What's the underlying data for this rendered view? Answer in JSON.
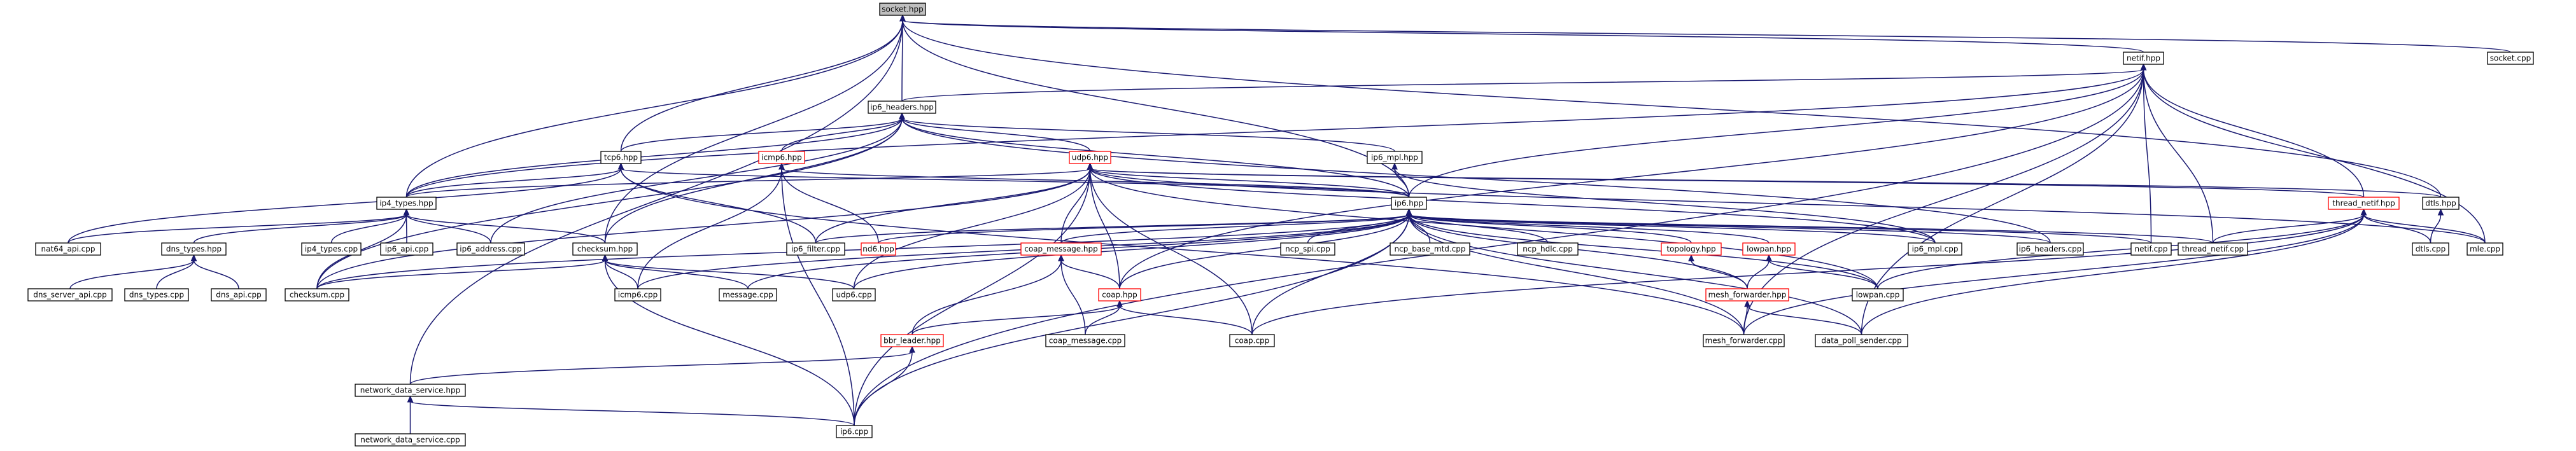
{
  "diagram": {
    "type": "include-dependency-graph",
    "colors": {
      "edge": "#191970",
      "node_border": "#000000",
      "node_border_incomplete": "#ff0000",
      "node_current_fill": "#bfbfbf",
      "node_fill": "#ffffff"
    },
    "nodes": [
      {
        "id": "n_socket_hpp",
        "label": "socket.hpp",
        "style": "current"
      },
      {
        "id": "n_netif_hpp",
        "label": "netif.hpp",
        "style": "normal"
      },
      {
        "id": "n_socket_cpp",
        "label": "socket.cpp",
        "style": "normal"
      },
      {
        "id": "n_ip6_headers_hpp",
        "label": "ip6_headers.hpp",
        "style": "normal"
      },
      {
        "id": "n_tcp6_hpp",
        "label": "tcp6.hpp",
        "style": "normal"
      },
      {
        "id": "n_icmp6_hpp",
        "label": "icmp6.hpp",
        "style": "red"
      },
      {
        "id": "n_udp6_hpp",
        "label": "udp6.hpp",
        "style": "red"
      },
      {
        "id": "n_ip6_mpl_hpp",
        "label": "ip6_mpl.hpp",
        "style": "normal"
      },
      {
        "id": "n_ip4_types_hpp",
        "label": "ip4_types.hpp",
        "style": "normal"
      },
      {
        "id": "n_ip6_hpp",
        "label": "ip6.hpp",
        "style": "normal"
      },
      {
        "id": "n_thread_netif_hpp",
        "label": "thread_netif.hpp",
        "style": "red"
      },
      {
        "id": "n_dtls_hpp",
        "label": "dtls.hpp",
        "style": "normal"
      },
      {
        "id": "n_nat64_api_cpp",
        "label": "nat64_api.cpp",
        "style": "normal"
      },
      {
        "id": "n_dns_types_hpp",
        "label": "dns_types.hpp",
        "style": "normal"
      },
      {
        "id": "n_ip4_types_cpp",
        "label": "ip4_types.cpp",
        "style": "normal"
      },
      {
        "id": "n_ip6_api_cpp",
        "label": "ip6_api.cpp",
        "style": "normal"
      },
      {
        "id": "n_ip6_address_cpp",
        "label": "ip6_address.cpp",
        "style": "normal"
      },
      {
        "id": "n_checksum_hpp",
        "label": "checksum.hpp",
        "style": "normal"
      },
      {
        "id": "n_ip6_filter_cpp",
        "label": "ip6_filter.cpp",
        "style": "normal"
      },
      {
        "id": "n_nd6_hpp",
        "label": "nd6.hpp",
        "style": "red"
      },
      {
        "id": "n_ncp_spi_cpp",
        "label": "ncp_spi.cpp",
        "style": "normal"
      },
      {
        "id": "n_ncp_base_mtd_cpp",
        "label": "ncp_base_mtd.cpp",
        "style": "normal"
      },
      {
        "id": "n_ncp_hdlc_cpp",
        "label": "ncp_hdlc.cpp",
        "style": "normal"
      },
      {
        "id": "n_topology_hpp",
        "label": "topology.hpp",
        "style": "red"
      },
      {
        "id": "n_lowpan_hpp",
        "label": "lowpan.hpp",
        "style": "red"
      },
      {
        "id": "n_ip6_mpl_cpp",
        "label": "ip6_mpl.cpp",
        "style": "normal"
      },
      {
        "id": "n_ip6_headers_cpp",
        "label": "ip6_headers.cpp",
        "style": "normal"
      },
      {
        "id": "n_netif_cpp",
        "label": "netif.cpp",
        "style": "normal"
      },
      {
        "id": "n_thread_netif_cpp",
        "label": "thread_netif.cpp",
        "style": "normal"
      },
      {
        "id": "n_dtls_cpp",
        "label": "dtls.cpp",
        "style": "normal"
      },
      {
        "id": "n_mle_cpp",
        "label": "mle.cpp",
        "style": "normal"
      },
      {
        "id": "n_dns_server_api_cpp",
        "label": "dns_server_api.cpp",
        "style": "normal"
      },
      {
        "id": "n_dns_types_cpp",
        "label": "dns_types.cpp",
        "style": "normal"
      },
      {
        "id": "n_dns_api_cpp",
        "label": "dns_api.cpp",
        "style": "normal"
      },
      {
        "id": "n_checksum_cpp",
        "label": "checksum.cpp",
        "style": "normal"
      },
      {
        "id": "n_icmp6_cpp",
        "label": "icmp6.cpp",
        "style": "normal"
      },
      {
        "id": "n_message_cpp",
        "label": "message.cpp",
        "style": "normal"
      },
      {
        "id": "n_udp6_cpp",
        "label": "udp6.cpp",
        "style": "normal"
      },
      {
        "id": "n_coap_message_hpp",
        "label": "coap_message.hpp",
        "style": "red"
      },
      {
        "id": "n_coap_hpp",
        "label": "coap.hpp",
        "style": "red"
      },
      {
        "id": "n_mesh_forwarder_hpp",
        "label": "mesh_forwarder.hpp",
        "style": "red"
      },
      {
        "id": "n_lowpan_cpp",
        "label": "lowpan.cpp",
        "style": "normal"
      },
      {
        "id": "n_bbr_leader_hpp",
        "label": "bbr_leader.hpp",
        "style": "red"
      },
      {
        "id": "n_coap_message_cpp",
        "label": "coap_message.cpp",
        "style": "normal"
      },
      {
        "id": "n_coap_cpp",
        "label": "coap.cpp",
        "style": "normal"
      },
      {
        "id": "n_mesh_forwarder_cpp",
        "label": "mesh_forwarder.cpp",
        "style": "normal"
      },
      {
        "id": "n_data_poll_sender_cpp",
        "label": "data_poll_sender.cpp",
        "style": "normal"
      },
      {
        "id": "n_network_data_service_hpp",
        "label": "network_data_service.hpp",
        "style": "normal"
      },
      {
        "id": "n_ip6_cpp",
        "label": "ip6.cpp",
        "style": "normal"
      },
      {
        "id": "n_network_data_service_cpp",
        "label": "network_data_service.cpp",
        "style": "normal"
      }
    ],
    "edges": [
      [
        "n_netif_hpp",
        "n_socket_hpp"
      ],
      [
        "n_socket_cpp",
        "n_socket_hpp"
      ],
      [
        "n_ip6_headers_hpp",
        "n_socket_hpp"
      ],
      [
        "n_tcp6_hpp",
        "n_socket_hpp"
      ],
      [
        "n_ip4_types_hpp",
        "n_socket_hpp"
      ],
      [
        "n_ip6_hpp",
        "n_socket_hpp"
      ],
      [
        "n_checksum_hpp",
        "n_socket_hpp"
      ],
      [
        "n_network_data_service_hpp",
        "n_socket_hpp"
      ],
      [
        "n_dtls_hpp",
        "n_socket_hpp"
      ],
      [
        "n_ip6_headers_hpp",
        "n_netif_hpp"
      ],
      [
        "n_ip4_types_hpp",
        "n_netif_hpp"
      ],
      [
        "n_ip6_hpp",
        "n_netif_hpp"
      ],
      [
        "n_thread_netif_hpp",
        "n_netif_hpp"
      ],
      [
        "n_netif_cpp",
        "n_netif_hpp"
      ],
      [
        "n_thread_netif_cpp",
        "n_netif_hpp"
      ],
      [
        "n_mle_cpp",
        "n_netif_hpp"
      ],
      [
        "n_coap_hpp",
        "n_netif_hpp"
      ],
      [
        "n_mesh_forwarder_cpp",
        "n_netif_hpp"
      ],
      [
        "n_data_poll_sender_cpp",
        "n_netif_hpp"
      ],
      [
        "n_ip6_cpp",
        "n_netif_hpp"
      ],
      [
        "n_tcp6_hpp",
        "n_ip6_headers_hpp"
      ],
      [
        "n_icmp6_hpp",
        "n_ip6_headers_hpp"
      ],
      [
        "n_udp6_hpp",
        "n_ip6_headers_hpp"
      ],
      [
        "n_ip6_mpl_hpp",
        "n_ip6_headers_hpp"
      ],
      [
        "n_ip6_hpp",
        "n_ip6_headers_hpp"
      ],
      [
        "n_ip4_types_hpp",
        "n_ip6_headers_hpp"
      ],
      [
        "n_checksum_hpp",
        "n_ip6_headers_hpp"
      ],
      [
        "n_ip6_address_cpp",
        "n_ip6_headers_hpp"
      ],
      [
        "n_ip6_headers_cpp",
        "n_ip6_headers_hpp"
      ],
      [
        "n_checksum_cpp",
        "n_ip6_headers_hpp"
      ],
      [
        "n_ip6_hpp",
        "n_tcp6_hpp"
      ],
      [
        "n_ip4_types_hpp",
        "n_tcp6_hpp"
      ],
      [
        "n_nat64_api_cpp",
        "n_tcp6_hpp"
      ],
      [
        "n_ip6_filter_cpp",
        "n_tcp6_hpp"
      ],
      [
        "n_mesh_forwarder_cpp",
        "n_tcp6_hpp"
      ],
      [
        "n_ip6_hpp",
        "n_icmp6_hpp"
      ],
      [
        "n_nd6_hpp",
        "n_icmp6_hpp"
      ],
      [
        "n_icmp6_cpp",
        "n_icmp6_hpp"
      ],
      [
        "n_ip6_cpp",
        "n_icmp6_hpp"
      ],
      [
        "n_ip6_hpp",
        "n_udp6_hpp"
      ],
      [
        "n_coap_message_hpp",
        "n_udp6_hpp"
      ],
      [
        "n_coap_hpp",
        "n_udp6_hpp"
      ],
      [
        "n_udp6_cpp",
        "n_udp6_hpp"
      ],
      [
        "n_ip6_filter_cpp",
        "n_udp6_hpp"
      ],
      [
        "n_ip4_types_hpp",
        "n_udp6_hpp"
      ],
      [
        "n_checksum_cpp",
        "n_udp6_hpp"
      ],
      [
        "n_thread_netif_hpp",
        "n_udp6_hpp"
      ],
      [
        "n_dtls_hpp",
        "n_udp6_hpp"
      ],
      [
        "n_mle_cpp",
        "n_udp6_hpp"
      ],
      [
        "n_coap_cpp",
        "n_udp6_hpp"
      ],
      [
        "n_ip6_cpp",
        "n_udp6_hpp"
      ],
      [
        "n_ip6_mpl_cpp",
        "n_udp6_hpp"
      ],
      [
        "n_lowpan_cpp",
        "n_udp6_hpp"
      ],
      [
        "n_ip6_hpp",
        "n_ip6_mpl_hpp"
      ],
      [
        "n_ip6_mpl_cpp",
        "n_ip6_mpl_hpp"
      ],
      [
        "n_nat64_api_cpp",
        "n_ip4_types_hpp"
      ],
      [
        "n_dns_types_hpp",
        "n_ip4_types_hpp"
      ],
      [
        "n_ip4_types_cpp",
        "n_ip4_types_hpp"
      ],
      [
        "n_ip6_api_cpp",
        "n_ip4_types_hpp"
      ],
      [
        "n_ip6_address_cpp",
        "n_ip4_types_hpp"
      ],
      [
        "n_checksum_hpp",
        "n_ip4_types_hpp"
      ],
      [
        "n_checksum_cpp",
        "n_ip4_types_hpp"
      ],
      [
        "n_ip6_filter_cpp",
        "n_ip6_hpp"
      ],
      [
        "n_nd6_hpp",
        "n_ip6_hpp"
      ],
      [
        "n_ncp_spi_cpp",
        "n_ip6_hpp"
      ],
      [
        "n_ncp_base_mtd_cpp",
        "n_ip6_hpp"
      ],
      [
        "n_ncp_hdlc_cpp",
        "n_ip6_hpp"
      ],
      [
        "n_topology_hpp",
        "n_ip6_hpp"
      ],
      [
        "n_lowpan_hpp",
        "n_ip6_hpp"
      ],
      [
        "n_ip6_mpl_cpp",
        "n_ip6_hpp"
      ],
      [
        "n_ip6_headers_cpp",
        "n_ip6_hpp"
      ],
      [
        "n_netif_cpp",
        "n_ip6_hpp"
      ],
      [
        "n_thread_netif_cpp",
        "n_ip6_hpp"
      ],
      [
        "n_checksum_cpp",
        "n_ip6_hpp"
      ],
      [
        "n_icmp6_cpp",
        "n_ip6_hpp"
      ],
      [
        "n_message_cpp",
        "n_ip6_hpp"
      ],
      [
        "n_udp6_cpp",
        "n_ip6_hpp"
      ],
      [
        "n_coap_message_hpp",
        "n_ip6_hpp"
      ],
      [
        "n_coap_hpp",
        "n_ip6_hpp"
      ],
      [
        "n_mesh_forwarder_hpp",
        "n_ip6_hpp"
      ],
      [
        "n_lowpan_cpp",
        "n_ip6_hpp"
      ],
      [
        "n_coap_cpp",
        "n_ip6_hpp"
      ],
      [
        "n_mesh_forwarder_cpp",
        "n_ip6_hpp"
      ],
      [
        "n_data_poll_sender_cpp",
        "n_ip6_hpp"
      ],
      [
        "n_ip6_cpp",
        "n_ip6_hpp"
      ],
      [
        "n_thread_netif_cpp",
        "n_thread_netif_hpp"
      ],
      [
        "n_dtls_cpp",
        "n_thread_netif_hpp"
      ],
      [
        "n_mle_cpp",
        "n_thread_netif_hpp"
      ],
      [
        "n_lowpan_cpp",
        "n_thread_netif_hpp"
      ],
      [
        "n_coap_cpp",
        "n_thread_netif_hpp"
      ],
      [
        "n_mesh_forwarder_cpp",
        "n_thread_netif_hpp"
      ],
      [
        "n_data_poll_sender_cpp",
        "n_thread_netif_hpp"
      ],
      [
        "n_dtls_cpp",
        "n_dtls_hpp"
      ],
      [
        "n_dns_server_api_cpp",
        "n_dns_types_hpp"
      ],
      [
        "n_dns_types_cpp",
        "n_dns_types_hpp"
      ],
      [
        "n_dns_api_cpp",
        "n_dns_types_hpp"
      ],
      [
        "n_checksum_cpp",
        "n_checksum_hpp"
      ],
      [
        "n_icmp6_cpp",
        "n_checksum_hpp"
      ],
      [
        "n_message_cpp",
        "n_checksum_hpp"
      ],
      [
        "n_udp6_cpp",
        "n_checksum_hpp"
      ],
      [
        "n_ip6_cpp",
        "n_checksum_hpp"
      ],
      [
        "n_mesh_forwarder_hpp",
        "n_topology_hpp"
      ],
      [
        "n_mesh_forwarder_hpp",
        "n_lowpan_hpp"
      ],
      [
        "n_lowpan_cpp",
        "n_lowpan_hpp"
      ],
      [
        "n_coap_hpp",
        "n_coap_message_hpp"
      ],
      [
        "n_coap_message_cpp",
        "n_coap_message_hpp"
      ],
      [
        "n_bbr_leader_hpp",
        "n_coap_message_hpp"
      ],
      [
        "n_coap_message_cpp",
        "n_coap_hpp"
      ],
      [
        "n_coap_cpp",
        "n_coap_hpp"
      ],
      [
        "n_bbr_leader_hpp",
        "n_coap_hpp"
      ],
      [
        "n_mesh_forwarder_cpp",
        "n_mesh_forwarder_hpp"
      ],
      [
        "n_data_poll_sender_cpp",
        "n_mesh_forwarder_hpp"
      ],
      [
        "n_network_data_service_hpp",
        "n_bbr_leader_hpp"
      ],
      [
        "n_ip6_cpp",
        "n_bbr_leader_hpp"
      ],
      [
        "n_network_data_service_cpp",
        "n_network_data_service_hpp"
      ],
      [
        "n_ip6_cpp",
        "n_network_data_service_hpp"
      ]
    ]
  }
}
